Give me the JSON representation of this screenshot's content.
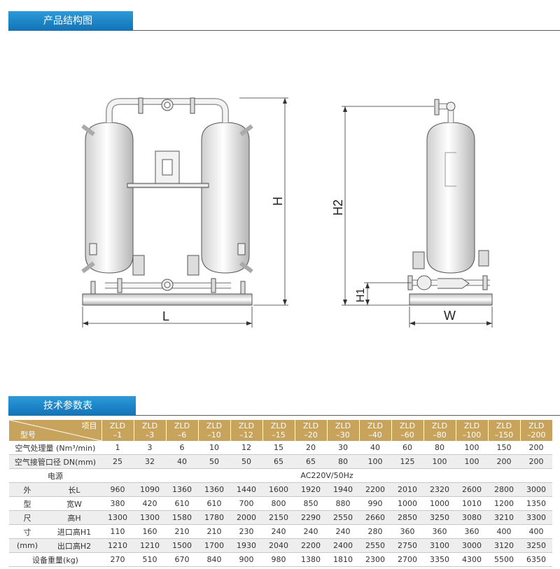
{
  "sections": {
    "structure_title": "产品结构图",
    "params_title": "技术参数表"
  },
  "drawing": {
    "dim_L": "L",
    "dim_H": "H",
    "dim_H2": "H2",
    "dim_H1": "H1",
    "dim_W": "W"
  },
  "table": {
    "corner_item": "项目",
    "corner_model": "型号",
    "models": [
      {
        "a": "ZLD",
        "b": "–1"
      },
      {
        "a": "ZLD",
        "b": "–3"
      },
      {
        "a": "ZLD",
        "b": "–6"
      },
      {
        "a": "ZLD",
        "b": "–10"
      },
      {
        "a": "ZLD",
        "b": "–12"
      },
      {
        "a": "ZLD",
        "b": "–15"
      },
      {
        "a": "ZLD",
        "b": "–20"
      },
      {
        "a": "ZLD",
        "b": "–30"
      },
      {
        "a": "ZLD",
        "b": "–40"
      },
      {
        "a": "ZLD",
        "b": "–60"
      },
      {
        "a": "ZLD",
        "b": "–80"
      },
      {
        "a": "ZLD",
        "b": "–100"
      },
      {
        "a": "ZLD",
        "b": "–150"
      },
      {
        "a": "ZLD",
        "b": "–200"
      }
    ],
    "air_flow_label": "空气处理量 (Nm³/min)",
    "air_flow": [
      "1",
      "3",
      "6",
      "10",
      "12",
      "15",
      "20",
      "30",
      "40",
      "60",
      "80",
      "100",
      "150",
      "200"
    ],
    "pipe_label": "空气接管口径 DN(mm)",
    "pipe": [
      "25",
      "32",
      "40",
      "50",
      "50",
      "65",
      "65",
      "80",
      "100",
      "125",
      "100",
      "100",
      "200",
      "200"
    ],
    "power_label": "电源",
    "power_value": "AC220V/50Hz",
    "dim_side": [
      "外",
      "型",
      "尺",
      "寸",
      "(mm)"
    ],
    "length_label": "长L",
    "length": [
      "960",
      "1090",
      "1360",
      "1360",
      "1440",
      "1600",
      "1920",
      "1940",
      "2200",
      "2010",
      "2320",
      "2600",
      "2800",
      "3000"
    ],
    "width_label": "宽W",
    "width": [
      "380",
      "420",
      "610",
      "610",
      "700",
      "800",
      "850",
      "880",
      "990",
      "1000",
      "1000",
      "1010",
      "1200",
      "1350"
    ],
    "height_label": "高H",
    "height": [
      "1300",
      "1300",
      "1580",
      "1780",
      "2000",
      "2150",
      "2290",
      "2550",
      "2660",
      "2850",
      "3250",
      "3080",
      "3210",
      "3300"
    ],
    "inlet_label": "进口高H1",
    "inlet": [
      "110",
      "160",
      "210",
      "210",
      "230",
      "240",
      "240",
      "240",
      "280",
      "360",
      "360",
      "360",
      "400",
      "400"
    ],
    "outlet_label": "出口高H2",
    "outlet": [
      "1210",
      "1210",
      "1500",
      "1700",
      "1930",
      "2040",
      "2200",
      "2400",
      "2550",
      "2750",
      "3100",
      "3000",
      "3120",
      "3250"
    ],
    "weight_label": "设备重量(kg)",
    "weight": [
      "270",
      "510",
      "670",
      "840",
      "900",
      "980",
      "1380",
      "1810",
      "2300",
      "2700",
      "3350",
      "4300",
      "5500",
      "6350"
    ]
  }
}
